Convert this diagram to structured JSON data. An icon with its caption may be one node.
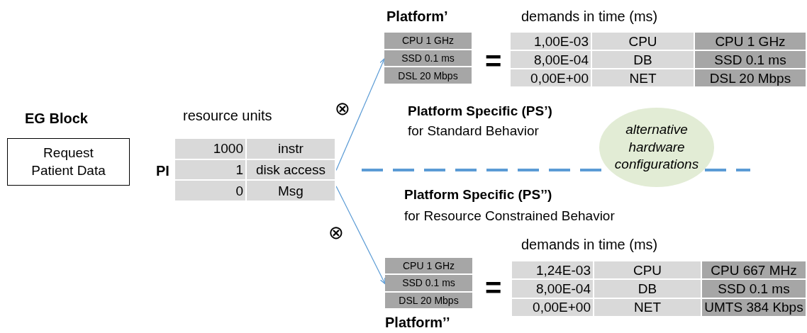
{
  "diagram": {
    "nodes": [
      {
        "text": [
          "EG Block",
          "Request Patient Data"
        ]
      },
      {
        "text": [
          "resource units",
          "1000",
          "instr",
          "1",
          "disk access",
          "0",
          "Msg"
        ],
        "beside": [
          "PI"
        ]
      },
      {
        "text": [
          "Platform’",
          "CPU 1 GHz",
          "SSD 0.1 ms",
          "DSL 20 Mbps"
        ]
      },
      {
        "text": [
          "demands in time (ms)",
          "1,00E-03",
          "CPU",
          "CPU 1 GHz",
          "8,00E-04",
          "DB",
          "SSD 0.1 ms",
          "0,00E+00",
          "NET",
          "DSL 20 Mbps"
        ]
      },
      {
        "text": [
          "alternative hardware configurations"
        ]
      },
      {
        "text": [
          "CPU 1 GHz",
          "SSD 0.1 ms",
          "DSL 20 Mbps",
          "Platform’’"
        ]
      },
      {
        "text": [
          "demands in time (ms)",
          "1,24E-03",
          "CPU",
          "CPU 667 MHz",
          "8,00E-04",
          "DB",
          "SSD 0.1 ms",
          "0,00E+00",
          "NET",
          "UMTS 384 Kbps"
        ]
      }
    ],
    "edges": [
      {
        "from": 1,
        "to": 2,
        "arrow": "to"
      },
      {
        "from": 1,
        "to": 5,
        "arrow": "to"
      }
    ],
    "labels": [
      "⊗",
      "Platform Specific (PS’)",
      "for Standard Behavior",
      "Platform Specific (PS’’)",
      "for Resource Constrained Behavior",
      "⊗",
      "=",
      "="
    ]
  }
}
